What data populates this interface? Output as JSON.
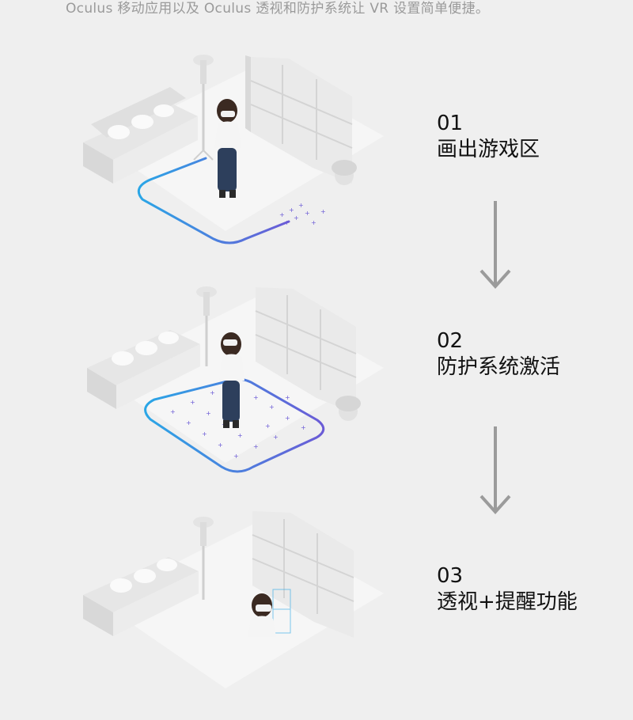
{
  "intro_text": "Oculus 移动应用以及 Oculus 透视和防护系统让 VR 设置简单便捷。",
  "steps": [
    {
      "number": "01",
      "title": "画出游戏区"
    },
    {
      "number": "02",
      "title": "防护系统激活"
    },
    {
      "number": "03",
      "title": "透视+提醒功能"
    }
  ],
  "colors": {
    "background": "#efefef",
    "text": "#111111",
    "muted_text": "#9a9a9a",
    "arrow": "#9b9b9b",
    "guardian_blue": "#2aa6e6",
    "guardian_purple": "#6b5bd6"
  }
}
